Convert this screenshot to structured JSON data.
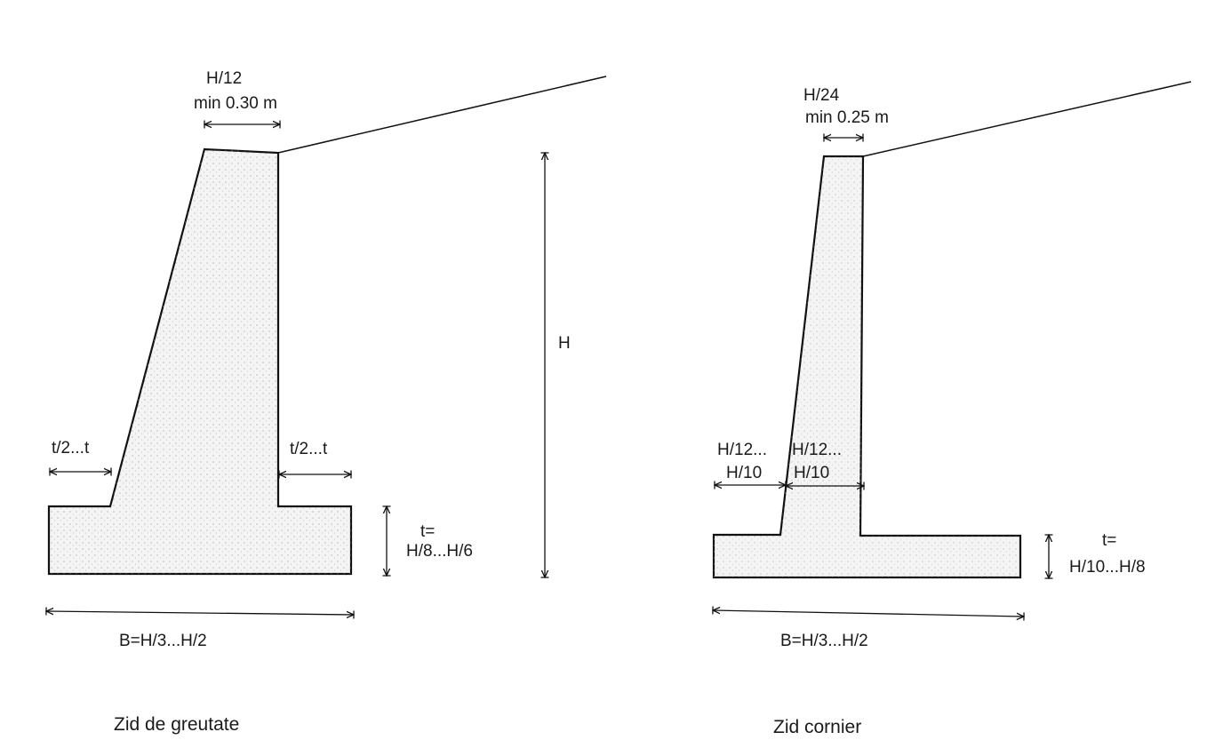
{
  "gravity_wall": {
    "top_width_label": "H/12",
    "top_width_min_label": "min 0.30 m",
    "height_label": "H",
    "toe_label": "t/2...t",
    "heel_label": "t/2...t",
    "base_thickness_label_1": "t=",
    "base_thickness_label_2": "H/8...H/6",
    "base_width_label": "B=H/3...H/2",
    "caption": "Zid de greutate"
  },
  "cantilever_wall": {
    "top_width_label": "H/24",
    "top_width_min_label": "min 0.25 m",
    "toe_label_1": "H/12...",
    "toe_label_2": "H/10",
    "stem_label_1": "H/12...",
    "stem_label_2": "H/10",
    "base_thickness_label_1": "t=",
    "base_thickness_label_2": "H/10...H/8",
    "base_width_label": "B=H/3...H/2",
    "caption": "Zid cornier"
  },
  "colors": {
    "line": "#111111",
    "fill": "#f4f4f4",
    "background": "#ffffff"
  }
}
